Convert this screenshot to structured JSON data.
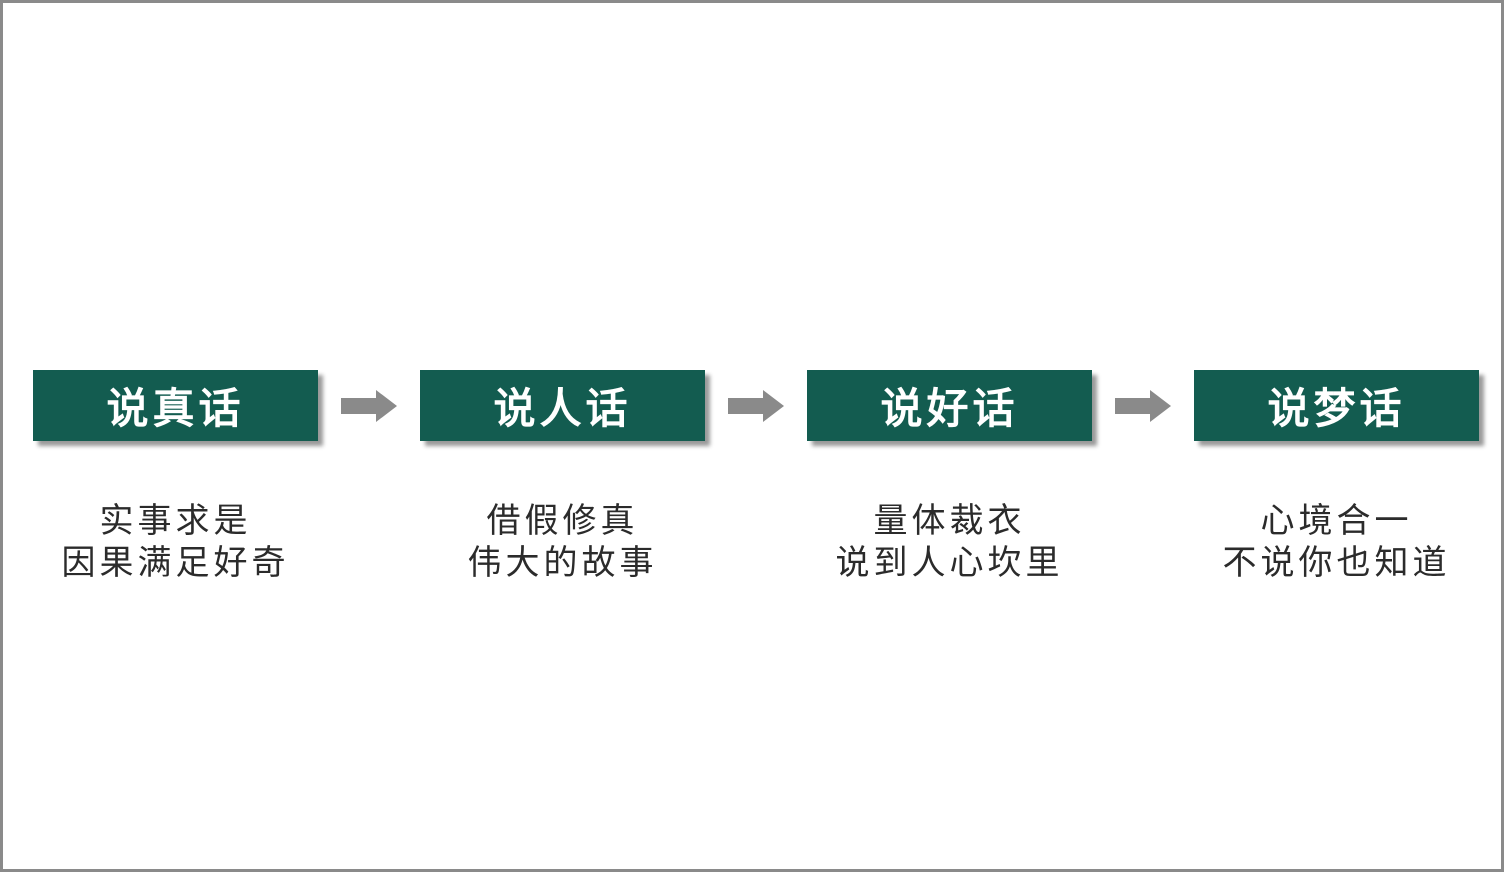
{
  "slide": {
    "background": "#ffffff",
    "border_color": "#8a8a8a"
  },
  "colors": {
    "box_fill": "#135c50",
    "box_text": "#ffffff",
    "arrow_fill": "#8a8a8a",
    "caption_text": "#2b2b2b"
  },
  "steps": [
    {
      "title": "说真话",
      "caption_line1": "实事求是",
      "caption_line2": "因果满足好奇"
    },
    {
      "title": "说人话",
      "caption_line1": "借假修真",
      "caption_line2": "伟大的故事"
    },
    {
      "title": "说好话",
      "caption_line1": "量体裁衣",
      "caption_line2": "说到人心坎里"
    },
    {
      "title": "说梦话",
      "caption_line1": "心境合一",
      "caption_line2": "不说你也知道"
    }
  ],
  "arrow_icon": "right-block-arrow"
}
